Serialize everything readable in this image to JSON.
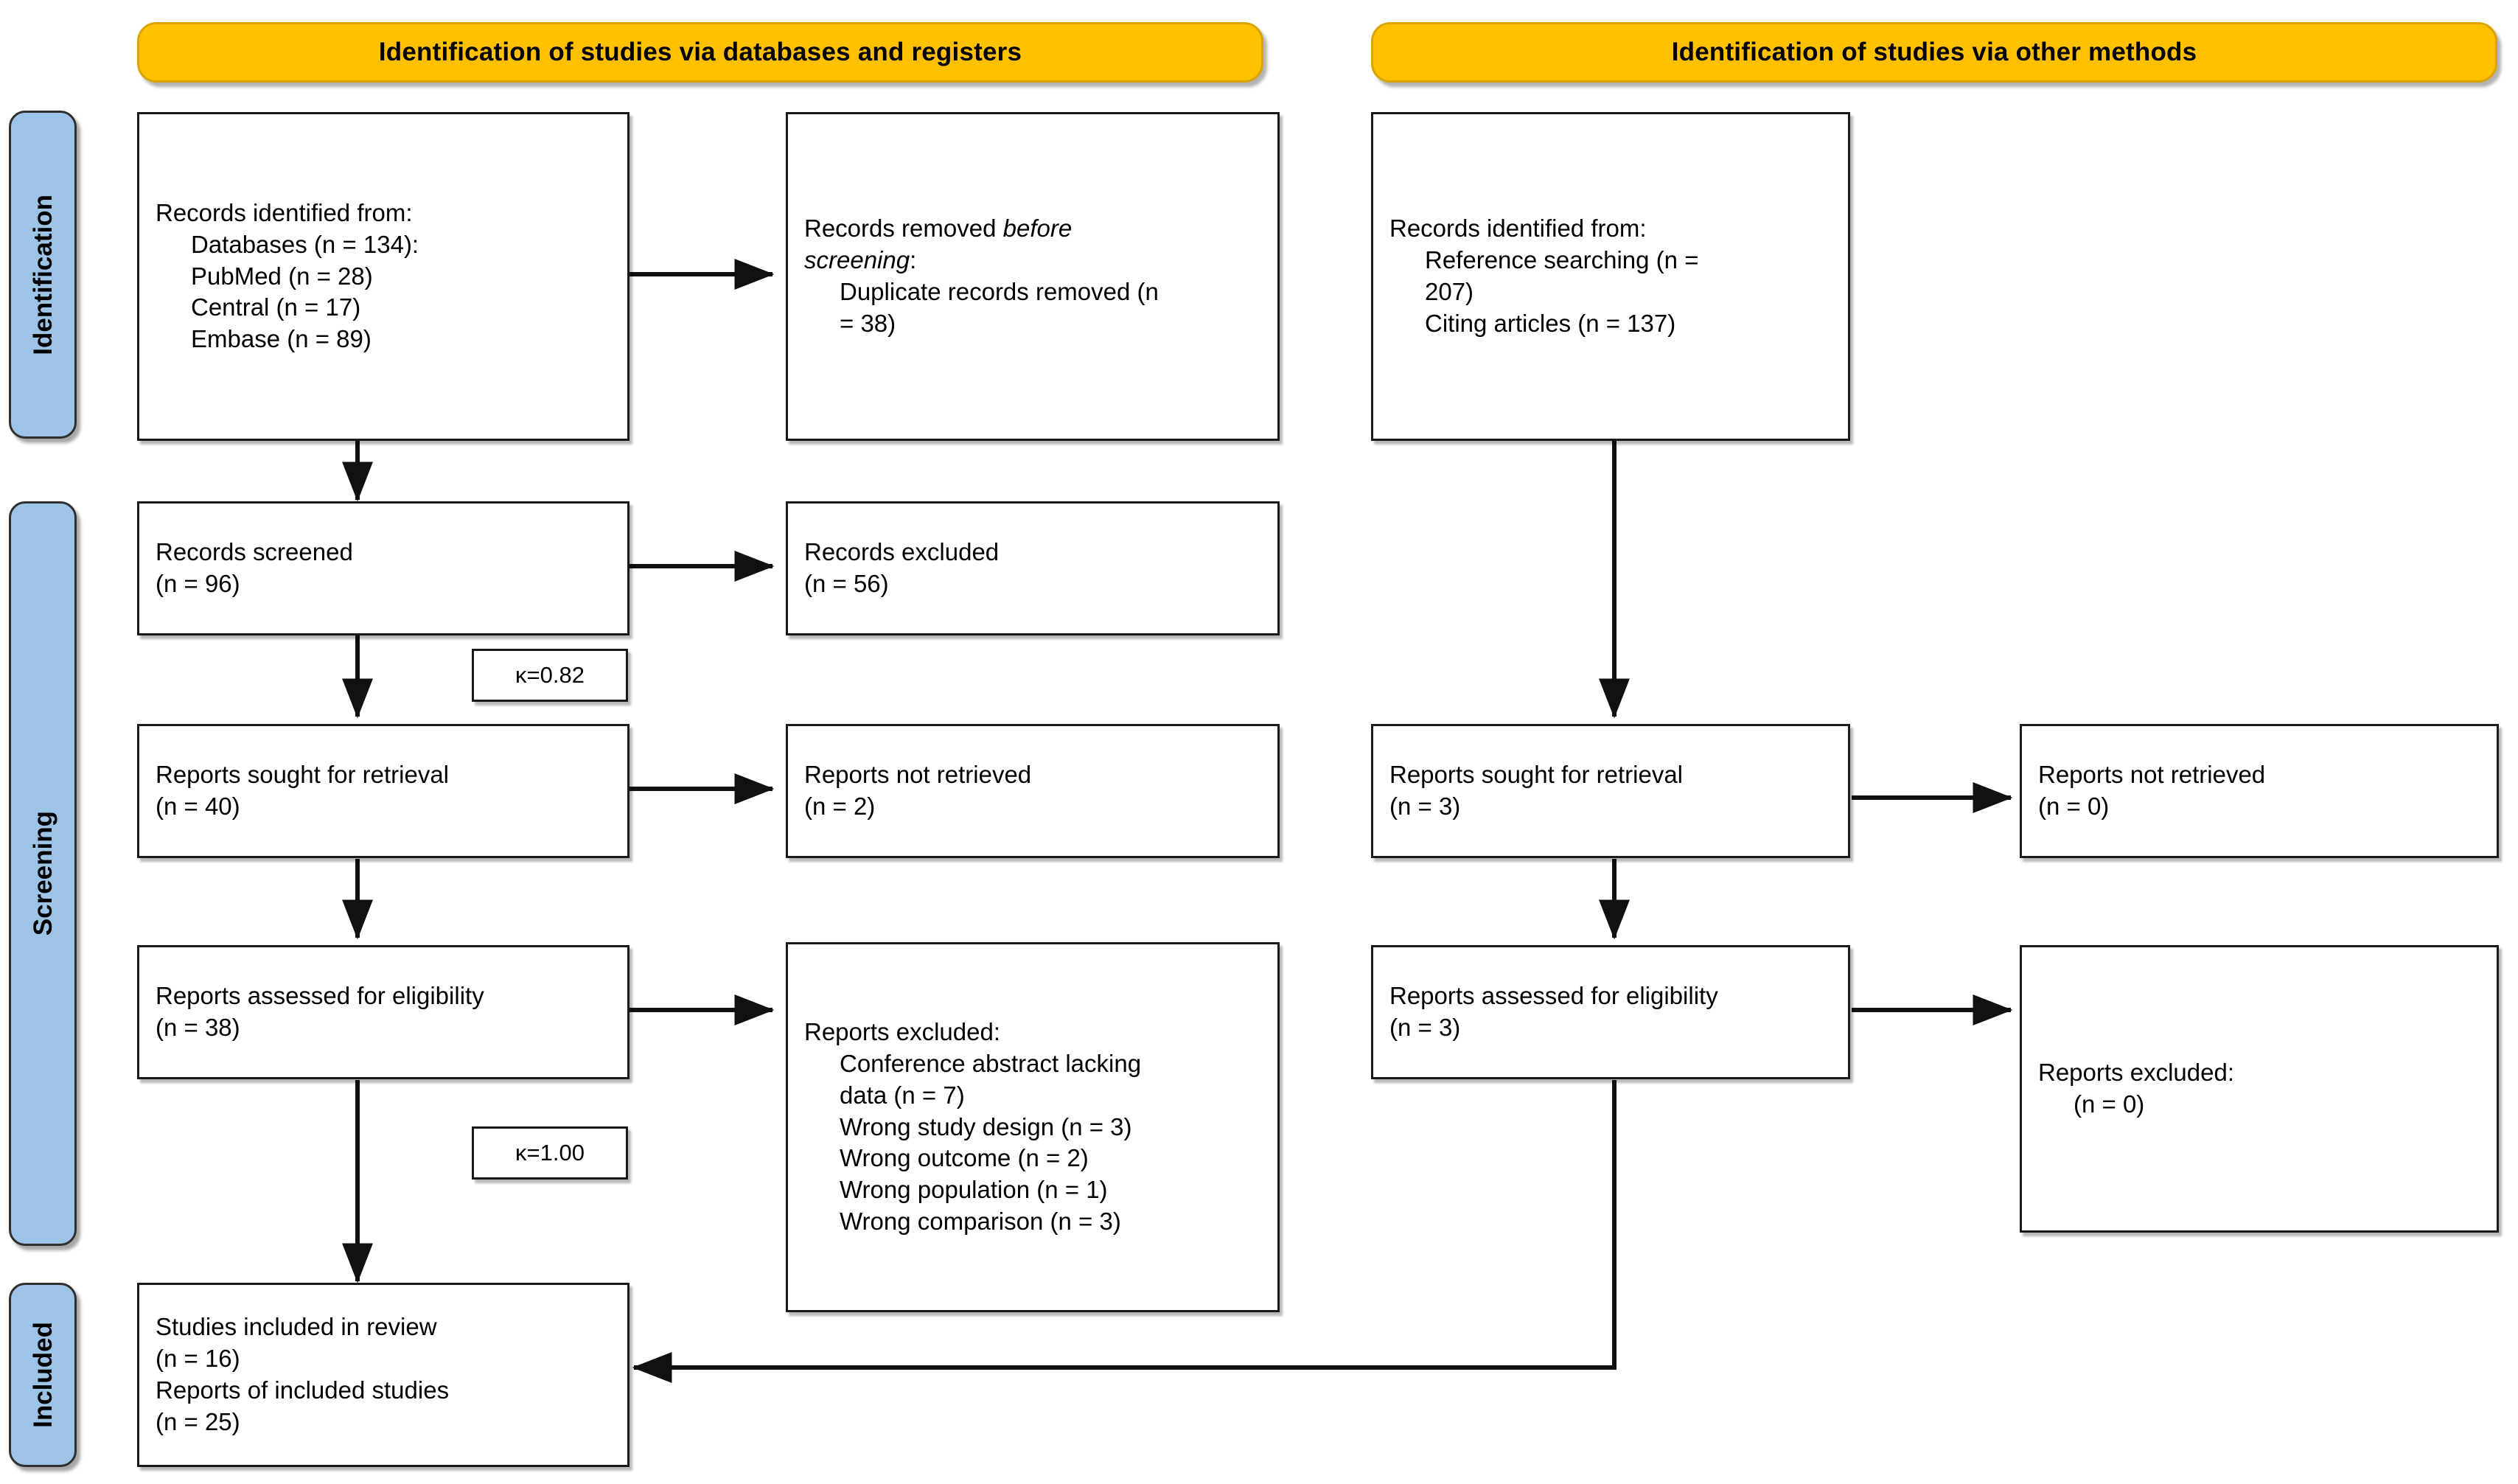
{
  "banners": [
    {
      "id": "databases-registers",
      "label": "Identification of studies via databases and registers"
    },
    {
      "id": "other-methods",
      "label": "Identification of studies via other methods"
    }
  ],
  "stages": [
    {
      "id": "identification",
      "label": "Identification"
    },
    {
      "id": "screening",
      "label": "Screening"
    },
    {
      "id": "included",
      "label": "Included"
    }
  ],
  "colors": {
    "banner_fill": "#FFC000",
    "stage_fill": "#9DC3E6",
    "box_border": "#1a1a1a",
    "page_bg": "#ffffff"
  },
  "boxes": {
    "records_identified_db": {
      "lines": [
        "Records identified from:",
        "Databases (n = 134):",
        "PubMed (n = 28)",
        "Central (n = 17)",
        "Embase (n = 89)"
      ]
    },
    "records_removed": {
      "lines": [
        "Records removed before",
        "screening:",
        "Duplicate records removed (n",
        "= 38)"
      ]
    },
    "records_identified_other": {
      "lines": [
        "Records identified from:",
        "Reference searching (n =",
        "207)",
        "Citing articles (n = 137)"
      ]
    },
    "records_screened": {
      "lines": [
        "Records screened",
        "(n = 96)"
      ]
    },
    "records_excluded": {
      "lines": [
        "Records excluded",
        "(n = 56)"
      ]
    },
    "reports_sought_db": {
      "lines": [
        "Reports sought for retrieval",
        "(n = 40)"
      ]
    },
    "reports_not_retrieved_db": {
      "lines": [
        "Reports not retrieved",
        "(n = 2)"
      ]
    },
    "reports_sought_other": {
      "lines": [
        "Reports sought for retrieval",
        "(n = 3)"
      ]
    },
    "reports_not_retrieved_other": {
      "lines": [
        "Reports not retrieved",
        "(n = 0)"
      ]
    },
    "reports_assessed_db": {
      "lines": [
        "Reports assessed for eligibility",
        "(n = 38)"
      ]
    },
    "reports_excluded_db": {
      "lines": [
        "Reports excluded:",
        "Conference abstract lacking",
        "data (n = 7)",
        "Wrong study design (n = 3)",
        "Wrong outcome (n = 2)",
        "Wrong population (n = 1)",
        "Wrong comparison (n = 3)"
      ]
    },
    "reports_assessed_other": {
      "lines": [
        "Reports assessed for eligibility",
        "(n = 3)"
      ]
    },
    "reports_excluded_other": {
      "lines": [
        "Reports excluded:",
        "(n = 0)"
      ]
    },
    "studies_included": {
      "lines": [
        "Studies included in review",
        "(n = 16)",
        "Reports of included studies",
        "(n = 25)"
      ]
    }
  },
  "kappa": [
    {
      "id": "kappa-screening",
      "label": "κ=0.82"
    },
    {
      "id": "kappa-eligibility",
      "label": "κ=1.00"
    }
  ]
}
